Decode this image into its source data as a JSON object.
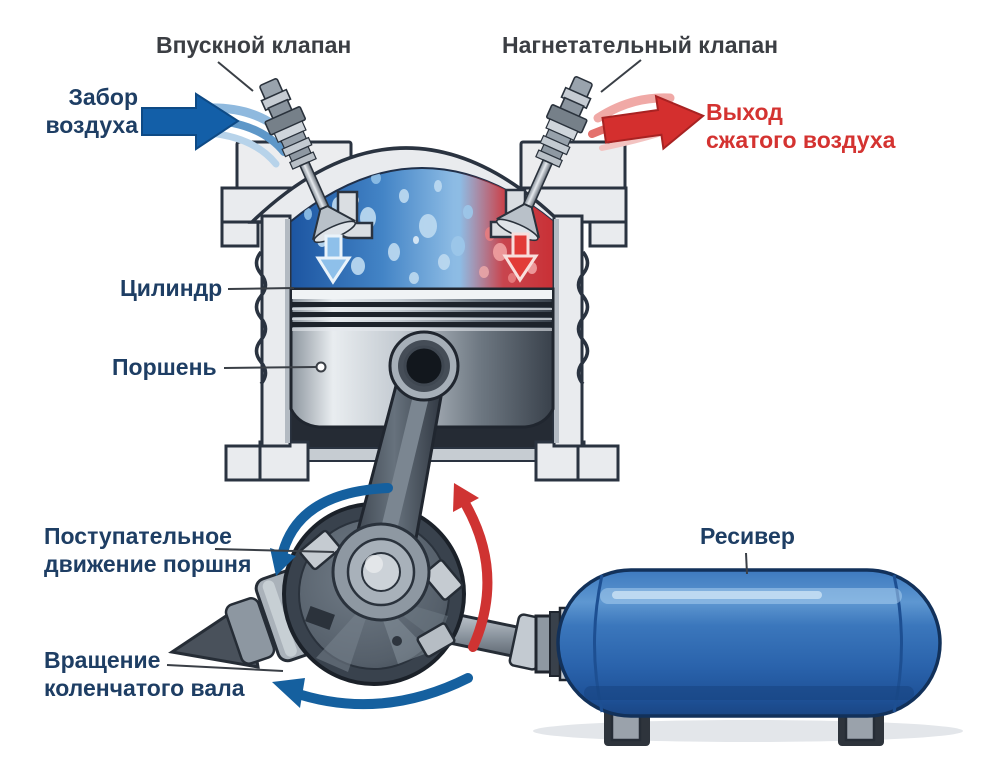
{
  "labels": {
    "intake_valve": "Впускной клапан",
    "discharge_valve": "Нагнетательный клапан",
    "air_intake_line1": "Забор",
    "air_intake_line2": "воздуха",
    "air_out_line1": "Выход",
    "air_out_line2": "сжатого воздуха",
    "cylinder": "Цилиндр",
    "piston": "Поршень",
    "piston_motion_line1": "Поступательное",
    "piston_motion_line2": "движение поршня",
    "crank_rotation_line1": "Вращение",
    "crank_rotation_line2": "коленчатого вала",
    "receiver": "Ресивер"
  },
  "arrows": {
    "air_intake_arrow": {
      "direction": "right",
      "color": "#135fa8"
    },
    "air_out_arrow": {
      "direction": "right",
      "color": "#d42f2e"
    },
    "in_cylinder_intake_arrow": {
      "direction": "down",
      "color": "#8ec0ea"
    },
    "in_cylinder_discharge_arrow": {
      "direction": "down",
      "color": "#e23b37"
    },
    "rotation_arrows": {
      "colors": [
        "#15609f",
        "#cf3332",
        "#15609f"
      ]
    },
    "crankshaft_end_arrow": {
      "direction": "lower-left",
      "color": "#4a525b"
    }
  },
  "colors": {
    "label_navy": "#1e3e64",
    "label_charcoal": "#3b3e43",
    "red_accent": "#d43331",
    "blue_accent": "#135fa8",
    "tank_blue": "#2e6cb5",
    "chamber_blue": "#1c55a1",
    "chamber_red": "#c92f34",
    "metal_light": "#e9ebee",
    "outline_dark": "#2a3340"
  }
}
